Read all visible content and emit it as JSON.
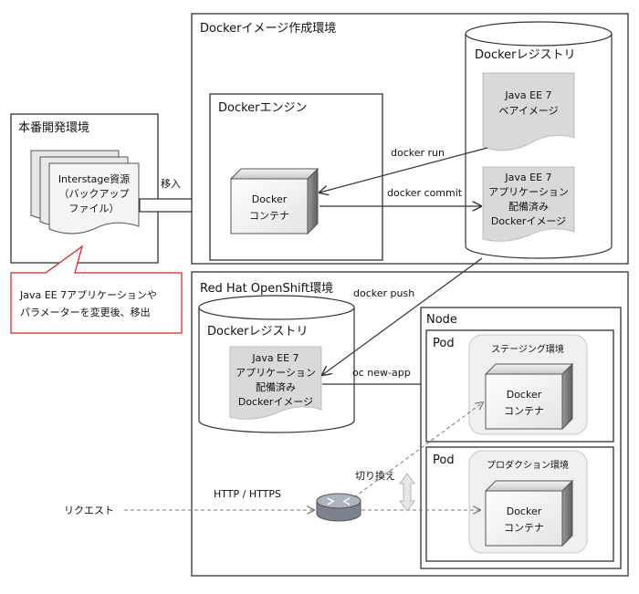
{
  "dev_env": {
    "title": "本番開発環境",
    "document_lines": [
      "Interstage資源",
      "（バックアップ",
      "ファイル）"
    ]
  },
  "callout": {
    "lines": [
      "Java EE 7アプリケーションや",
      "パラメーターを変更後、移出"
    ],
    "border_color": "#d62020"
  },
  "move_label": "移入",
  "docker_image_env": {
    "title": "Dockerイメージ作成環境",
    "engine_title": "Dockerエンジン",
    "container_lines": [
      "Docker",
      "コンテナ"
    ],
    "registry_title": "Dockerレジストリ",
    "base_image_lines": [
      "Java EE 7",
      "ベアイメージ"
    ],
    "app_image_lines": [
      "Java EE 7",
      "アプリケーション",
      "配備済み",
      "Dockerイメージ"
    ],
    "docker_run": "docker run",
    "docker_commit": "docker commit"
  },
  "docker_push": "docker push",
  "openshift_env": {
    "title": "Red Hat OpenShift環境",
    "registry_title": "Dockerレジストリ",
    "app_image_lines": [
      "Java EE 7",
      "アプリケーション",
      "配備済み",
      "Dockerイメージ"
    ],
    "oc_new_app": "oc new-app",
    "node_title": "Node",
    "pods": [
      {
        "title": "Pod",
        "env_label": "ステージング環境",
        "container_lines": [
          "Docker",
          "コンテナ"
        ]
      },
      {
        "title": "Pod",
        "env_label": "プロダクション環境",
        "container_lines": [
          "Docker",
          "コンテナ"
        ]
      }
    ],
    "switch_label": "切り換え",
    "http_label": "HTTP / HTTPS",
    "request_label": "リクエスト"
  },
  "colors": {
    "document_fill": "#d9d9d9",
    "pod_env_fill": "#f0f0f0",
    "router_fill": "#9aa0a8",
    "callout_border": "#d62020"
  }
}
